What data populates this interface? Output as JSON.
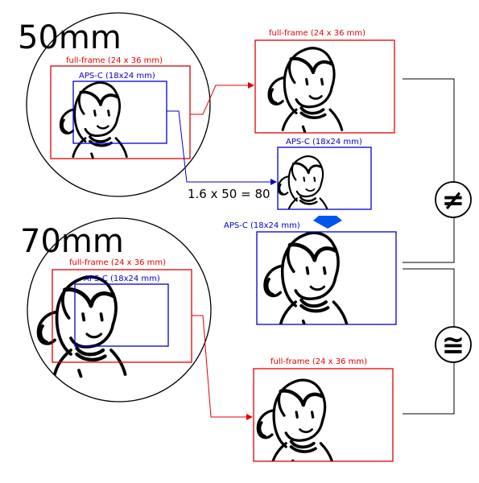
{
  "focal_lengths": {
    "top": "50mm",
    "bottom": "70mm"
  },
  "labels": {
    "full_frame": "full-frame (24 x 36 mm)",
    "aps_c": "APS-C (18x24 mm)",
    "aps_c_short": "APS-C (18x24 mm)"
  },
  "equation": "1.6 x 50 = 80",
  "symbols": {
    "not_equal": "≠",
    "approx_equal": "≅"
  },
  "colors": {
    "full_frame": "#e00000",
    "aps_c": "#0000cc",
    "ink": "#000000"
  }
}
